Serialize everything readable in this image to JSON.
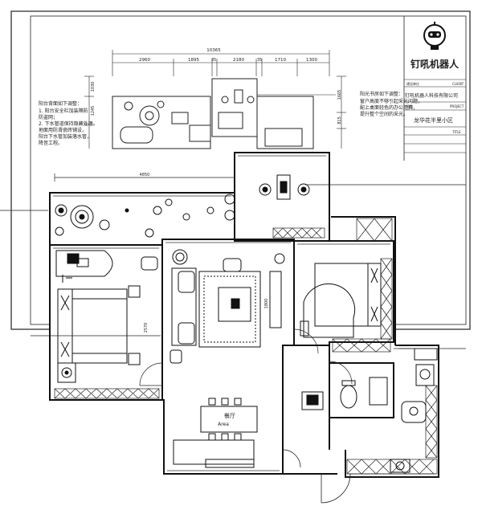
{
  "project_title": "龙华花半里小区",
  "company_name": "钉吼机器人科技有限公司",
  "logo_text": "钉吼机器人",
  "title_block": {
    "row1_label": "建设单位",
    "row1_value": "CLIENT",
    "row3_label": "项目",
    "row3_value": "PROJECT",
    "row5_value": "TITLE"
  },
  "dimensions": {
    "overall": "10365",
    "segments": [
      "2960",
      "1895",
      "35",
      "2180",
      "35",
      "1710",
      "1300"
    ],
    "left_vertical": [
      "1030",
      "1245"
    ],
    "right_vertical": [
      "1665",
      "815"
    ],
    "plan_vertical": [
      "2570",
      "1800"
    ],
    "plan_top": "4850"
  },
  "notes": {
    "left": [
      "阳台背面如下调整：",
      "1. 阳台安全栏加装隔防",
      "防盗网；",
      "2. 下水管道保持隐藏处理，",
      "地面用防滑瓷砖铺设，",
      "阳台下水管加装落水管，",
      "降音工程。"
    ],
    "right": [
      "阳光书房如下调整：",
      "窗户高度不够引起采光问题，",
      "配上桌面轻色的办公用具，",
      "提升整个空间的采光。"
    ]
  },
  "room_labels": {
    "dining_cn": "餐厅",
    "dining_en": "Area"
  }
}
